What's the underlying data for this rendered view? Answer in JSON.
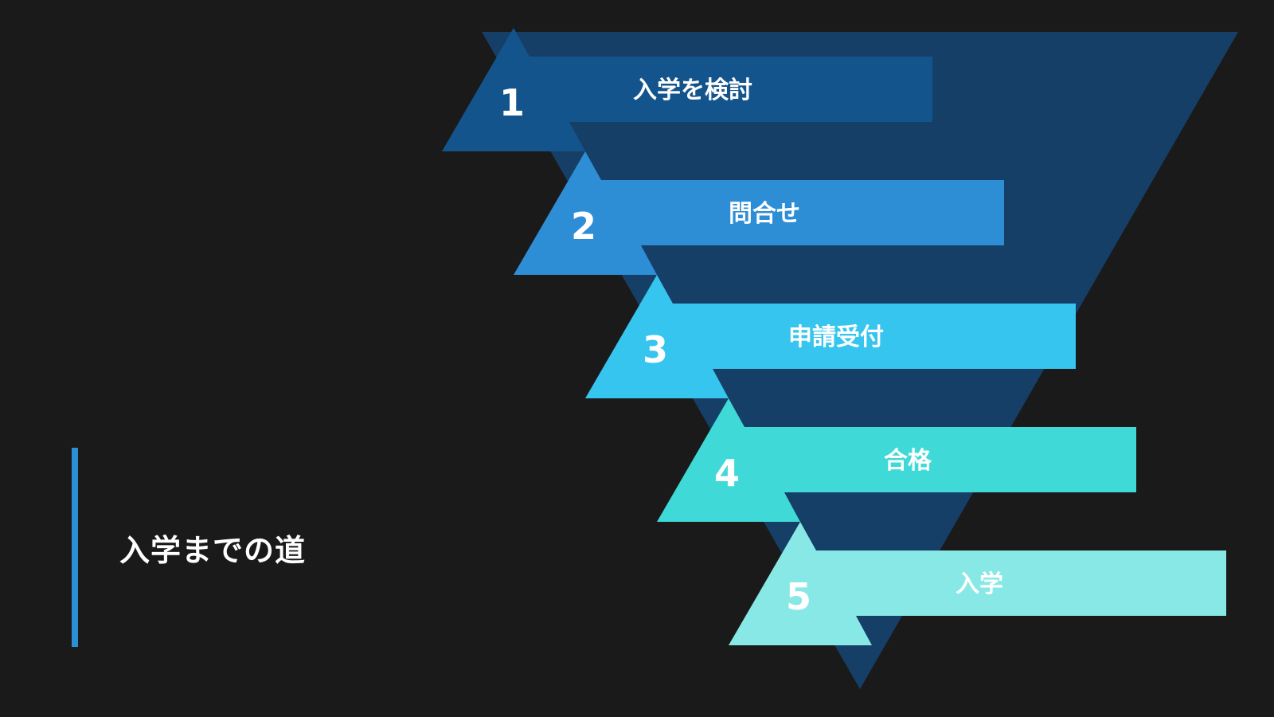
{
  "slide": {
    "title": "入学までの道",
    "accent_color": "#2b8fd6",
    "background_color": "#1a1a1a"
  },
  "funnel": {
    "color": "#153f66",
    "steps": [
      {
        "number": "1",
        "label": "入学を検討",
        "color": "#14548d"
      },
      {
        "number": "2",
        "label": "問合せ",
        "color": "#2d8ed6"
      },
      {
        "number": "3",
        "label": "申請受付",
        "color": "#36c5ef"
      },
      {
        "number": "4",
        "label": "合格",
        "color": "#3fd9d7"
      },
      {
        "number": "5",
        "label": "入学",
        "color": "#87e8e5"
      }
    ]
  }
}
